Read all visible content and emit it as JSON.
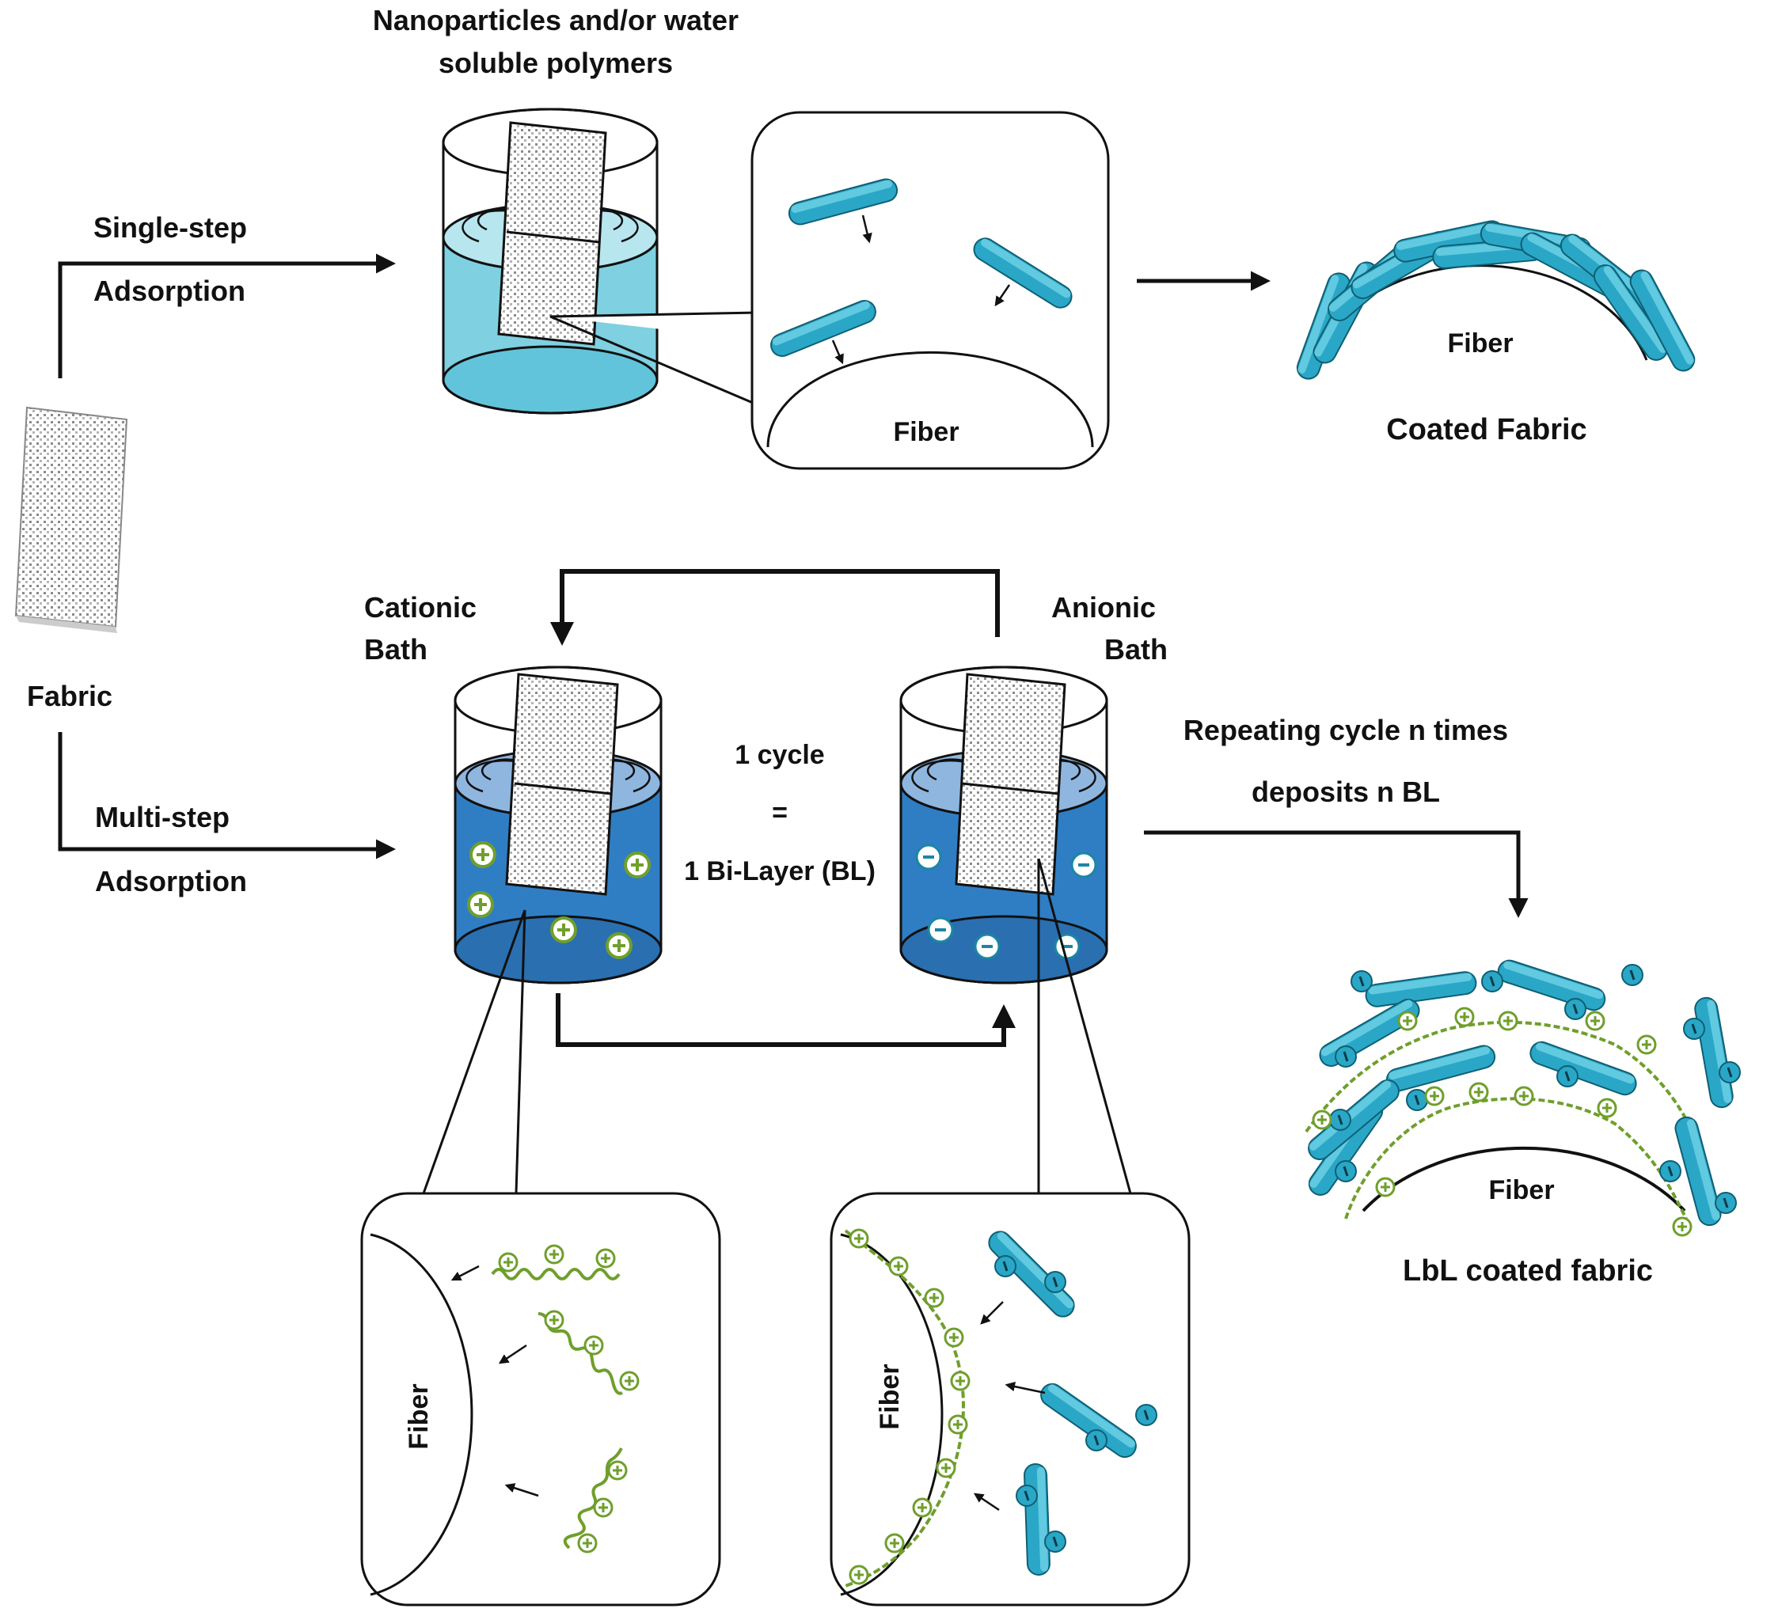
{
  "colors": {
    "np_light": "#5cc6dd",
    "np_dark": "#1a8fae",
    "bath_single": "#7fd0e0",
    "bath_single_top": "#b7e6ef",
    "bath_cationic": "#2f7ec4",
    "bath_cationic_top": "#8fb6df",
    "bath_anionic": "#2f7ec4",
    "bath_anionic_top": "#8fb6df",
    "polymer_green": "#6f9f2c",
    "ink": "#111111"
  },
  "labels": {
    "source_title_line1": "Nanoparticles and/or water",
    "source_title_line2": "soluble polymers",
    "single_step": "Single-step",
    "single_adsorption": "Adsorption",
    "multi_step": "Multi-step",
    "multi_adsorption": "Adsorption",
    "fabric": "Fabric",
    "fiber_inset": "Fiber",
    "fiber_coated": "Fiber",
    "coated_fabric": "Coated Fabric",
    "cationic_line1": "Cationic",
    "cationic_line2": "Bath",
    "anionic_line1": "Anionic",
    "anionic_line2": "Bath",
    "cycle_line1": "1 cycle",
    "cycle_line2": "=",
    "cycle_line3": "1 Bi-Layer (BL)",
    "repeat_line1": "Repeating cycle n times",
    "repeat_line2": "deposits n BL",
    "fiber_lbl": "Fiber",
    "lbl_coated_fabric": "LbL coated fabric",
    "fiber_cationic_inset": "Fiber",
    "fiber_anionic_inset": "Fiber"
  },
  "icons": {
    "plus": "plus-charge-icon",
    "minus": "minus-charge-icon",
    "arrow": "arrow-icon"
  }
}
